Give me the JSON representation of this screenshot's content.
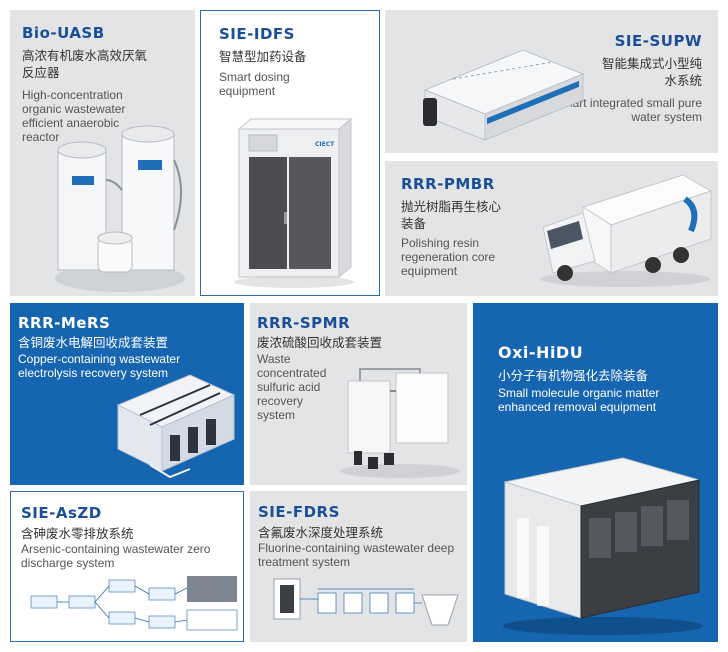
{
  "products": {
    "biouasb": {
      "code": "Bio-UASB",
      "cn": "高浓有机废水高效厌氧反应器",
      "en": "High-concentration organic wastewater efficient anaerobic reactor"
    },
    "sieidfs": {
      "code": "SIE-IDFS",
      "cn": "智慧型加药设备",
      "en": "Smart dosing equipment",
      "brand": "CIECT"
    },
    "siesupw": {
      "code": "SIE-SUPW",
      "cn": "智能集成式小型纯水系统",
      "en": "Smart integrated small pure water system"
    },
    "rrrpmbr": {
      "code": "RRR-PMBR",
      "cn": "抛光树脂再生核心装备",
      "en": "Polishing resin regeneration core equipment"
    },
    "rrrmers": {
      "code": "RRR-MeRS",
      "cn": "含铜废水电解回收成套装置",
      "en": "Copper-containing wastewater electrolysis recovery system"
    },
    "rrrspmr": {
      "code": "RRR-SPMR",
      "cn": "废浓硫酸回收成套装置",
      "en": "Waste concentrated sulfuric acid recovery system"
    },
    "oxihidu": {
      "code": "Oxi-HiDU",
      "cn": "小分子有机物强化去除装备",
      "en": "Small molecule organic matter enhanced removal equipment"
    },
    "sieaszd": {
      "code": "SIE-AsZD",
      "cn": "含砷废水零排放系统",
      "en": "Arsenic-containing wastewater zero discharge system"
    },
    "siefdrs": {
      "code": "SIE-FDRS",
      "cn": "含氟废水深度处理系统",
      "en": "Fluorine-containing wastewater deep treatment system"
    }
  },
  "colors": {
    "brand_blue": "#1665b0",
    "title_blue": "#1a4f97",
    "panel_gray": "#e3e4e6"
  }
}
